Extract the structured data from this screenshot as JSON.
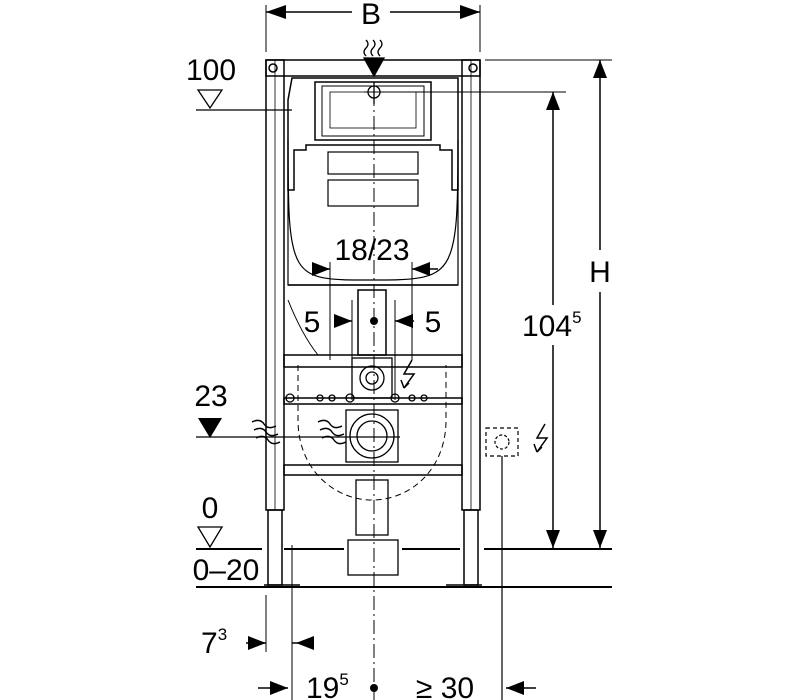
{
  "dimensions": {
    "width_label": "B",
    "height_label": "H",
    "top_level": "100",
    "floor_level": "0",
    "floor_range": "0–20",
    "rough_in_height": "23",
    "actuator_spacing": "18/23",
    "offset_left": "5",
    "offset_right": "5",
    "frame_height": {
      "base": "104",
      "sup": "5"
    },
    "frame_edge_offset": {
      "base": "7",
      "sup": "3"
    },
    "wall_to_center": {
      "base": "19",
      "sup": "5"
    },
    "min_clearance": "≥ 30"
  },
  "colors": {
    "line": "#000000",
    "background": "#ffffff"
  },
  "icons": [
    "water-supply-icon",
    "electric-icon",
    "level-marker-icon",
    "arrow-icon"
  ]
}
